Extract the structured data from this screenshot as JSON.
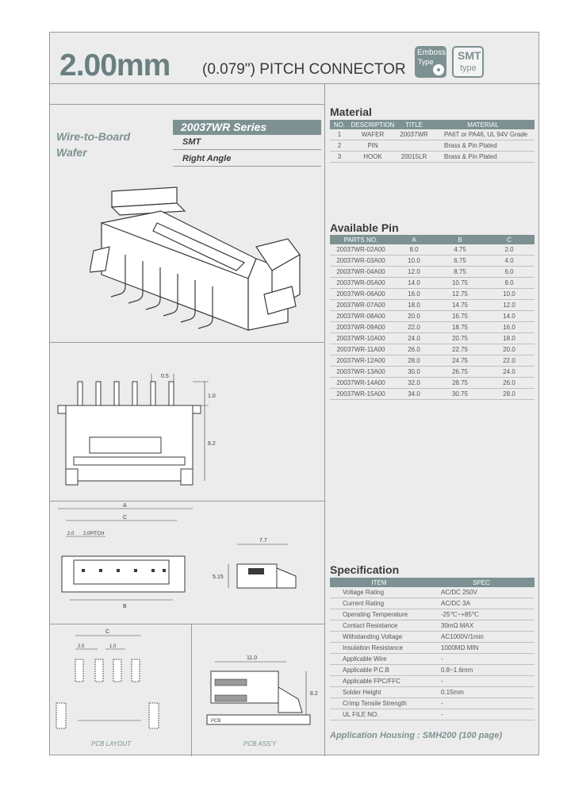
{
  "header": {
    "pitch": "2.00mm",
    "subtitle": "(0.079\") PITCH CONNECTOR",
    "badge_emboss": {
      "line1": "Emboss",
      "line2": "Type"
    },
    "badge_smt": {
      "line1": "SMT",
      "line2": "type"
    }
  },
  "product": {
    "category_line1": "Wire-to-Board",
    "category_line2": "Wafer",
    "series": "20037WR Series",
    "mount": "SMT",
    "orientation": "Right Angle"
  },
  "material": {
    "title": "Material",
    "columns": [
      "NO.",
      "DESCRIPTION",
      "TITLE",
      "MATERIAL"
    ],
    "rows": [
      [
        "1",
        "WAFER",
        "20037WR",
        "PA6T or PA46, UL 94V Grade"
      ],
      [
        "2",
        "PIN",
        "",
        "Brass & Pin Plated"
      ],
      [
        "3",
        "HOOK",
        "20015LR",
        "Brass & Pin Plated"
      ]
    ]
  },
  "available_pin": {
    "title": "Available Pin",
    "columns": [
      "PARTS NO.",
      "A",
      "B",
      "C"
    ],
    "rows": [
      [
        "20037WR-02A00",
        "8.0",
        "4.75",
        "2.0"
      ],
      [
        "20037WR-03A00",
        "10.0",
        "6.75",
        "4.0"
      ],
      [
        "20037WR-04A00",
        "12.0",
        "8.75",
        "6.0"
      ],
      [
        "20037WR-05A00",
        "14.0",
        "10.75",
        "8.0"
      ],
      [
        "20037WR-06A00",
        "16.0",
        "12.75",
        "10.0"
      ],
      [
        "20037WR-07A00",
        "18.0",
        "14.75",
        "12.0"
      ],
      [
        "20037WR-08A00",
        "20.0",
        "16.75",
        "14.0"
      ],
      [
        "20037WR-09A00",
        "22.0",
        "18.75",
        "16.0"
      ],
      [
        "20037WR-10A00",
        "24.0",
        "20.75",
        "18.0"
      ],
      [
        "20037WR-11A00",
        "26.0",
        "22.75",
        "20.0"
      ],
      [
        "20037WR-12A00",
        "28.0",
        "24.75",
        "22.0"
      ],
      [
        "20037WR-13A00",
        "30.0",
        "26.75",
        "24.0"
      ],
      [
        "20037WR-14A00",
        "32.0",
        "28.75",
        "26.0"
      ],
      [
        "20037WR-15A00",
        "34.0",
        "30.75",
        "28.0"
      ]
    ]
  },
  "specification": {
    "title": "Specification",
    "columns": [
      "ITEM",
      "SPEC"
    ],
    "rows": [
      [
        "Voltage Rating",
        "AC/DC 250V"
      ],
      [
        "Current Rating",
        "AC/DC 3A"
      ],
      [
        "Operating Temperature",
        "-25℃~+85℃"
      ],
      [
        "Contact Resistance",
        "30mΩ MAX"
      ],
      [
        "Withstanding Voltage",
        "AC1000V/1min"
      ],
      [
        "Insulation Resistance",
        "1000MΩ MIN"
      ],
      [
        "Applicable Wire",
        "-"
      ],
      [
        "Applicable P.C.B",
        "0.8~1.6mm"
      ],
      [
        "Applicable FPC/FFC",
        "-"
      ],
      [
        "Solder Height",
        "0.15mm"
      ],
      [
        "Crimp Tensile Strength",
        "-"
      ],
      [
        "UL FILE NO.",
        "-"
      ]
    ]
  },
  "application_housing": "Application Housing : SMH200 (100 page)",
  "drawings": {
    "dim_1": "1.0",
    "dim_2": "0.5",
    "dim_3": "8.2",
    "dim_a": "A",
    "dim_b": "B",
    "dim_c": "C",
    "dim_pitch": "2.0",
    "dim_pitch_label": "2.0PITCH",
    "dim_77": "7.7",
    "dim_515": "5.15",
    "pcb_c": "C",
    "pcb_20": "2.0",
    "pcb_10": "1.0",
    "pcb_assy_110": "11.0",
    "pcb_assy_82": "8.2",
    "pcb_label": "PCB",
    "caption_layout": "PCB LAYOUT",
    "caption_assy": "PCB ASS'Y"
  }
}
